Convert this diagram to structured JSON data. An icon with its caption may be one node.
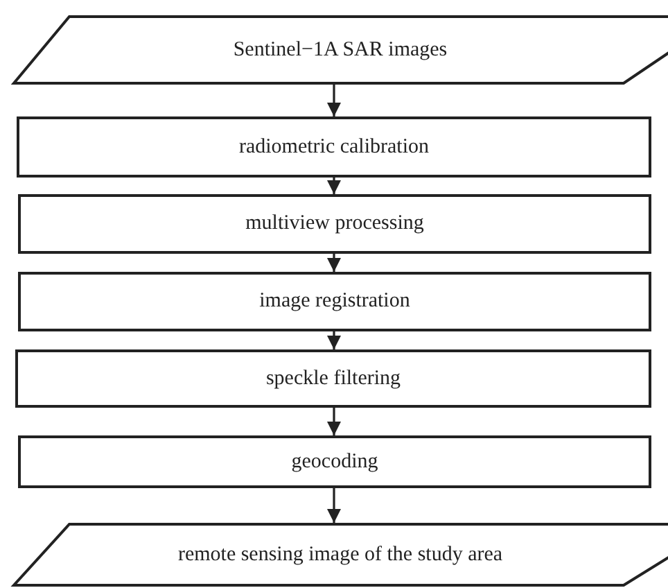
{
  "diagram": {
    "nodes": [
      {
        "text": [
          "Sentinel−1A SAR images"
        ]
      },
      {
        "text": [
          "radiometric calibration"
        ]
      },
      {
        "text": [
          "multiview processing"
        ]
      },
      {
        "text": [
          "image registration"
        ]
      },
      {
        "text": [
          "speckle filtering"
        ]
      },
      {
        "text": [
          "geocoding"
        ]
      },
      {
        "text": [
          "remote sensing image of the study area"
        ]
      }
    ],
    "edges": [
      {
        "from": 0,
        "to": 1,
        "arrow": "to"
      },
      {
        "from": 1,
        "to": 2,
        "arrow": "to"
      },
      {
        "from": 2,
        "to": 3,
        "arrow": "to"
      },
      {
        "from": 3,
        "to": 4,
        "arrow": "to"
      },
      {
        "from": 4,
        "to": 5,
        "arrow": "to"
      },
      {
        "from": 5,
        "to": 6,
        "arrow": "to"
      }
    ]
  }
}
